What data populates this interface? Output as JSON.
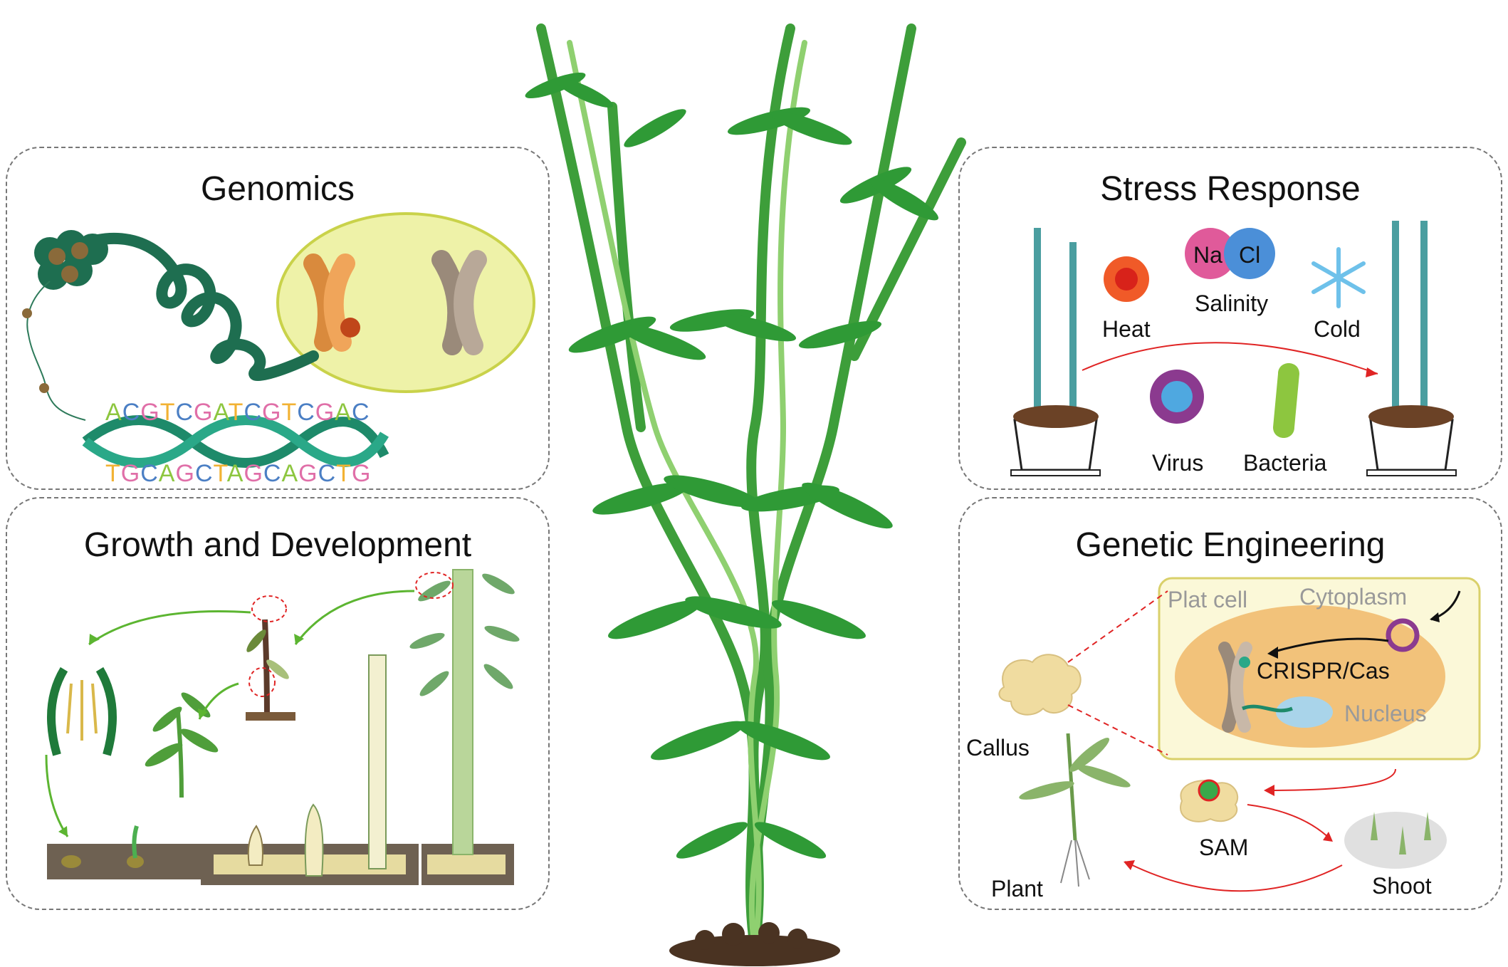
{
  "panels": {
    "genomics": {
      "title": "Genomics",
      "seq_top": [
        "A",
        "C",
        "G",
        "T",
        "C",
        "G",
        "A",
        "T",
        "C",
        "G",
        "T",
        "C",
        "G",
        "A",
        "C"
      ],
      "seq_bottom": [
        "T",
        "G",
        "C",
        "A",
        "G",
        "C",
        "T",
        "A",
        "G",
        "C",
        "A",
        "G",
        "C",
        "T",
        "G"
      ]
    },
    "growth": {
      "title": "Growth and Development"
    },
    "stress": {
      "title": "Stress Response",
      "labels": {
        "heat": "Heat",
        "salinity": "Salinity",
        "cold": "Cold",
        "virus": "Virus",
        "bacteria": "Bacteria",
        "na": "Na",
        "cl": "Cl"
      }
    },
    "genetic": {
      "title": "Genetic Engineering",
      "labels": {
        "plat_cell": "Plat cell",
        "cytoplasm": "Cytoplasm",
        "crispr": "CRISPR/Cas",
        "nucleus": "Nucleus",
        "callus": "Callus",
        "plant": "Plant",
        "sam": "SAM",
        "shoot": "Shoot"
      }
    }
  },
  "colors": {
    "A": "#8dc63f",
    "C": "#4b7fc4",
    "G": "#e06fa8",
    "T": "#f2b233",
    "dna": "#1e8a6a",
    "leaf": "#2e9e3a",
    "arrow": "#e02424",
    "green_arrow": "#5cb531"
  }
}
